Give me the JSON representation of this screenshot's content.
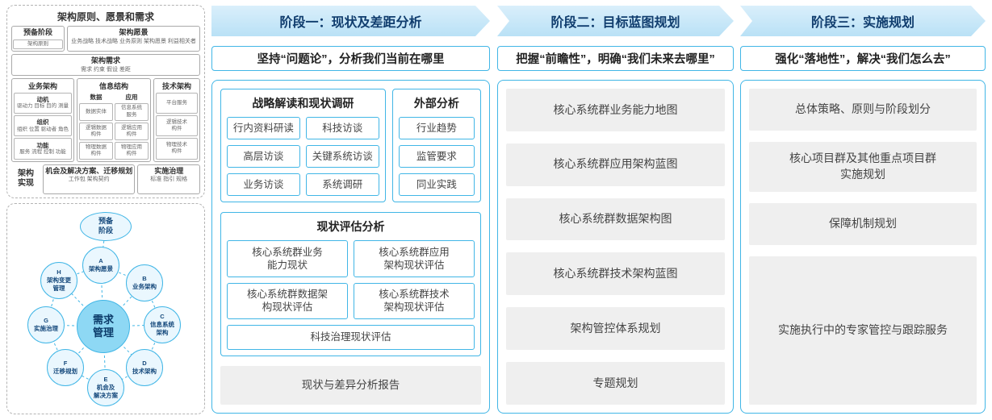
{
  "colors": {
    "accent": "#41b6e6",
    "header_bg": "#c9e7f8",
    "header_text": "#103d6e",
    "gray_box": "#efefef",
    "panel_border_gray": "#a9a9a9"
  },
  "framework": {
    "title": "架构原则、愿景和需求",
    "prep": {
      "title": "预备阶段",
      "item": "架构原则"
    },
    "vision": {
      "title": "架构愿景",
      "text": "业务战略 技术战略 业务原则 架构愿景 利益相关者"
    },
    "requirements": {
      "title": "架构需求",
      "text": "需求 约束 假设 差距"
    },
    "business": {
      "title": "业务架构",
      "groups": [
        {
          "t": "动机",
          "d": "驱动力 目标 目的 测量"
        },
        {
          "t": "组织",
          "d": "组织 位置 驱动者 角色"
        },
        {
          "t": "功能",
          "d": "服务 流程 控制 功能"
        }
      ]
    },
    "information": {
      "title": "信息结构",
      "data": {
        "t": "数据",
        "items": [
          "数据实体",
          "逻辑数据\n构件",
          "物理数据\n构件"
        ]
      },
      "app": {
        "t": "应用",
        "items": [
          "信息系统\n服务",
          "逻辑应用\n构件",
          "物理应用\n构件"
        ]
      }
    },
    "technology": {
      "title": "技术架构",
      "items": [
        "平台服务",
        "逻辑技术\n构件",
        "物理技术\n构件"
      ]
    },
    "realization": {
      "label": "架构\n实现",
      "opportunities": {
        "t": "机会及解决方案、迁移规划",
        "d": "工作包 架构契约"
      },
      "governance": {
        "t": "实施治理",
        "d": "标准 指引 规格"
      }
    }
  },
  "cycle": {
    "center": "需求\n管理",
    "nodes": [
      "预备\n阶段",
      "A\n架构愿景",
      "B\n业务架构",
      "C\n信息系统\n架构",
      "D\n技术架构",
      "E\n机会及\n解决方案",
      "F\n迁移规划",
      "G\n实施治理",
      "H\n架构变更\n管理"
    ]
  },
  "phases": {
    "p1": {
      "header": "阶段一：现状及差距分析",
      "subtitle": "坚持“问题论”，分析我们当前在哪里",
      "strategy": {
        "title": "战略解读和现状调研",
        "items": [
          "行内资料研读",
          "科技访谈",
          "高层访谈",
          "关键系统访谈",
          "业务访谈",
          "系统调研"
        ]
      },
      "external": {
        "title": "外部分析",
        "items": [
          "行业趋势",
          "监管要求",
          "同业实践"
        ]
      },
      "assessment": {
        "title": "现状评估分析",
        "items": [
          "核心系统群业务\n能力现状",
          "核心系统群应用\n架构现状评估",
          "核心系统群数据架\n构现状评估",
          "核心系统群技术\n架构现状评估",
          "科技治理现状评估"
        ]
      },
      "report": "现状与差异分析报告"
    },
    "p2": {
      "header": "阶段二：目标蓝图规划",
      "subtitle": "把握“前瞻性”，明确“我们未来去哪里”",
      "items": [
        "核心系统群业务能力地图",
        "核心系统群应用架构蓝图",
        "核心系统群数据架构图",
        "核心系统群技术架构蓝图",
        "架构管控体系规划",
        "专题规划"
      ]
    },
    "p3": {
      "header": "阶段三：实施规划",
      "subtitle": "强化“落地性”，解决“我们怎么去”",
      "items": [
        "总体策略、原则与阶段划分",
        "核心项目群及其他重点项目群\n实施规划",
        "保障机制规划",
        "实施执行中的专家管控与跟踪服务"
      ]
    }
  }
}
